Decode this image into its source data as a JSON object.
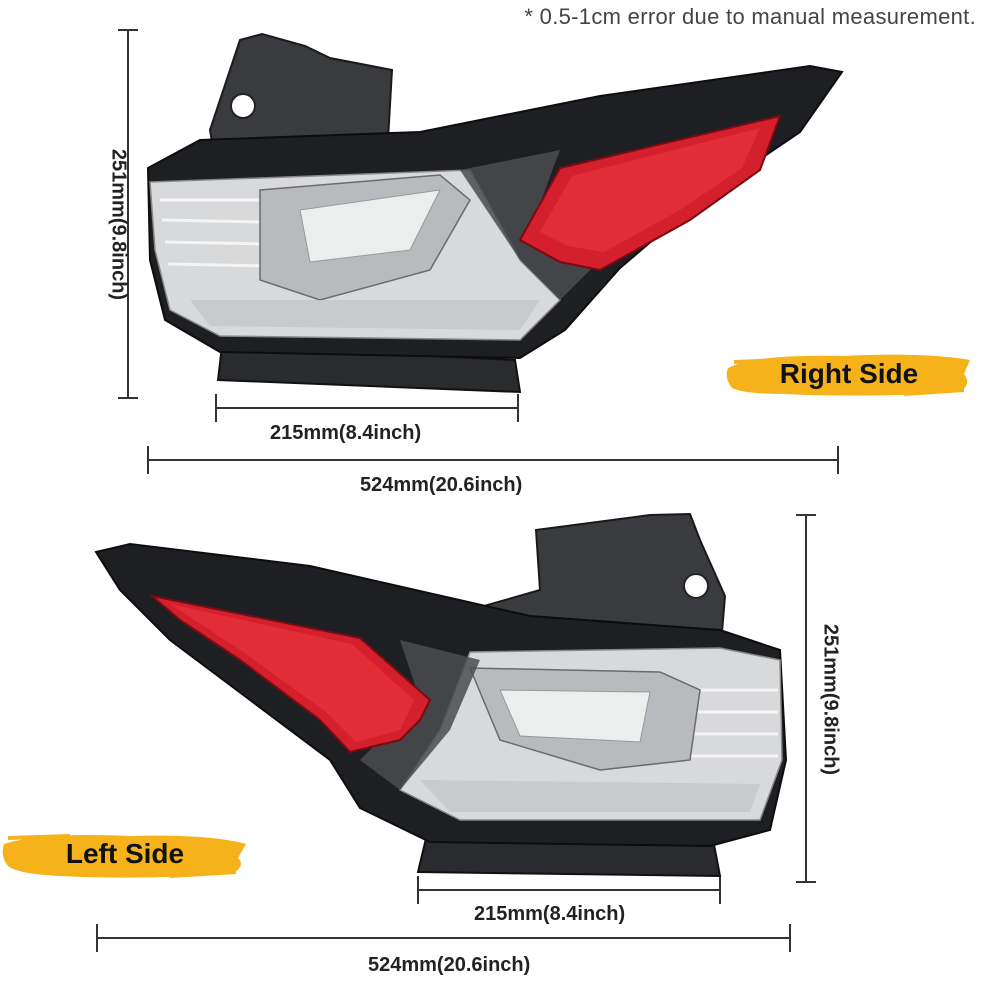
{
  "note": "* 0.5-1cm error due to manual measurement.",
  "right_light": {
    "label": "Right Side",
    "height": "251mm(9.8inch)",
    "base_width": "215mm(8.4inch)",
    "total_width": "524mm(20.6inch)"
  },
  "left_light": {
    "label": "Left Side",
    "height": "251mm(9.8inch)",
    "base_width": "215mm(8.4inch)",
    "total_width": "524mm(20.6inch)"
  },
  "colors": {
    "badge": "#f5b21a",
    "lens_red": "#d41f2c",
    "housing": "#1e1f22"
  }
}
